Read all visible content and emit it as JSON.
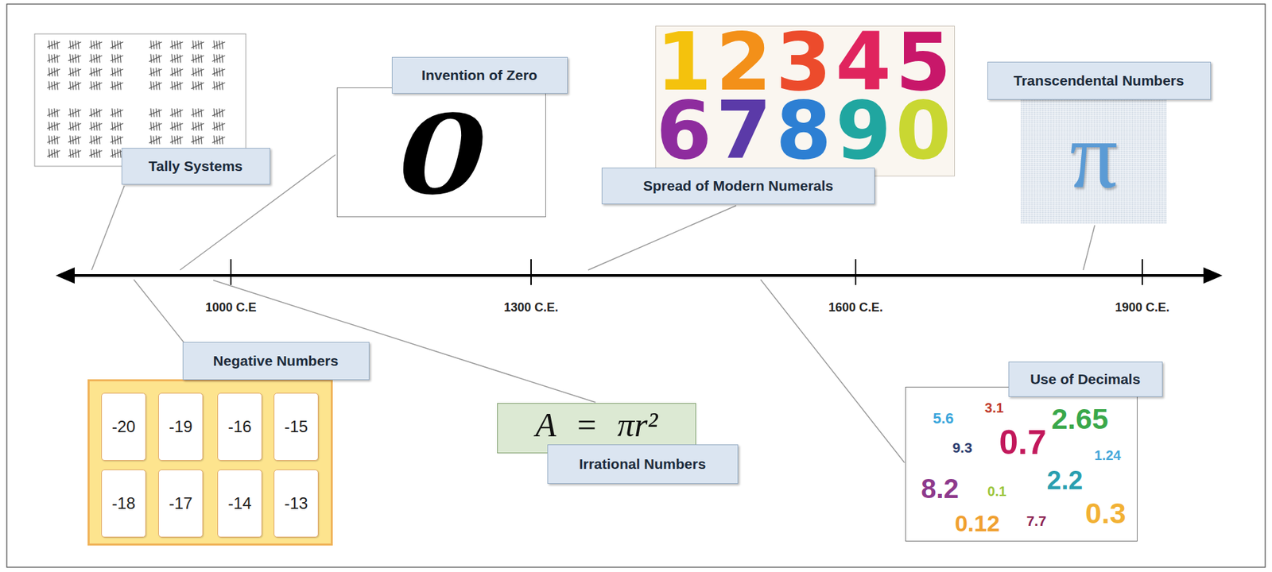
{
  "diagram": {
    "nodes": [
      {
        "text": [
          "Tally Systems"
        ]
      },
      {
        "text": [
          "Invention of Zero"
        ]
      },
      {
        "text": [
          "0"
        ]
      },
      {
        "text": [
          "12345",
          "67890"
        ]
      },
      {
        "text": [
          "Spread of Modern Numerals"
        ]
      },
      {
        "text": [
          "Transcendental Numbers"
        ]
      },
      {
        "text": [
          "π"
        ]
      },
      {
        "text": [
          "Negative Numbers"
        ]
      },
      {
        "text": []
      },
      {
        "text": [
          "-20"
        ],
        "in": 8
      },
      {
        "text": [
          "-19"
        ],
        "in": 8
      },
      {
        "text": [
          "-16"
        ],
        "in": 8
      },
      {
        "text": [
          "-15"
        ],
        "in": 8
      },
      {
        "text": [
          "-18"
        ],
        "in": 8
      },
      {
        "text": [
          "-17"
        ],
        "in": 8
      },
      {
        "text": [
          "-14"
        ],
        "in": 8
      },
      {
        "text": [
          "-13"
        ],
        "in": 8
      },
      {
        "text": [
          "A = πr²"
        ]
      },
      {
        "text": [
          "Irrational Numbers"
        ]
      },
      {
        "text": [
          "Use of Decimals"
        ]
      },
      {
        "text": [
          "5.6",
          "3.1",
          "2.65",
          "9.3",
          "0.7",
          "1.24",
          "8.2",
          "0.1",
          "2.2",
          "0.12",
          "7.7",
          "0.3"
        ]
      }
    ],
    "labels": [
      "1000 C.E",
      "1300 C.E.",
      "1600 C.E.",
      "1900 C.E."
    ]
  }
}
